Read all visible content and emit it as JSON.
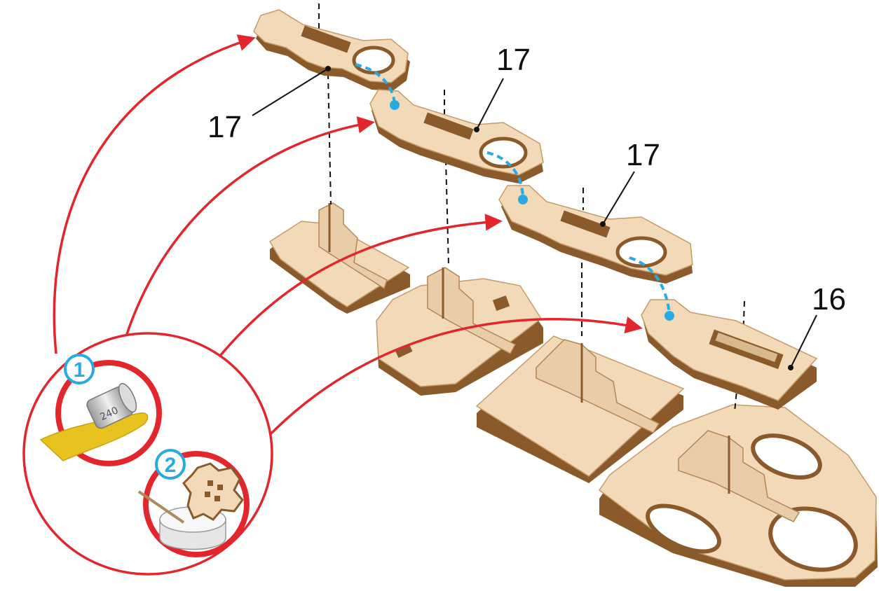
{
  "labels": {
    "part_17_a": "17",
    "part_17_b": "17",
    "part_17_c": "17",
    "part_16": "16"
  },
  "steps": {
    "step1_number": "1",
    "step2_number": "2",
    "sandpaper_grit": "240"
  },
  "colors": {
    "wood_top": "#f2d9b8",
    "wood_side": "#8a5a2b",
    "wood_edge": "#c79a68",
    "arrow_red": "#e3262d",
    "step_blue": "#29abe2",
    "guide_blue": "#29abe2",
    "sandpaper_yellow": "#e8c21e"
  },
  "icons": {
    "step1": "sandpaper-icon",
    "step2": "glue-pot-icon"
  }
}
